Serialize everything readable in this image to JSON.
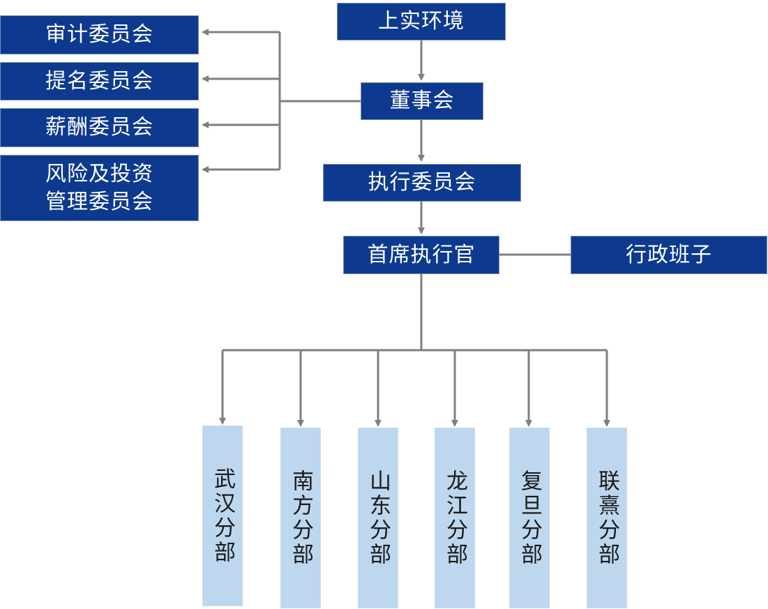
{
  "diagram": {
    "top": {
      "environment": "上实环境",
      "board": "董事会",
      "executive_committee": "执行委员会",
      "ceo": "首席执行官",
      "admin_team": "行政班子"
    },
    "committees": [
      "审计委员会",
      "提名委员会",
      "薪酬委员会",
      "风险及投资管理委员会"
    ],
    "committee_lines": [
      "风险及投资",
      "管理委员会"
    ],
    "branches": [
      "武汉分部",
      "南方分部",
      "山东分部",
      "龙江分部",
      "复旦分部",
      "联熹分部"
    ],
    "colors": {
      "dark_box": "#0d3a8e",
      "light_box": "#bdd7ee",
      "connector": "#7f7f7f"
    }
  }
}
